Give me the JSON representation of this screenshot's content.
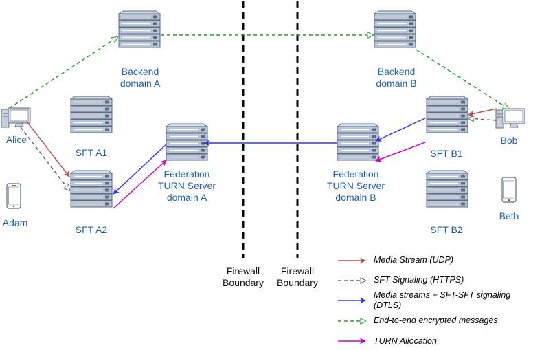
{
  "colors": {
    "media": "#b85450",
    "sft_signaling": "#666666",
    "media_dtls": "#3333ee",
    "e2e": "#22a022",
    "turn": "#cc00cc",
    "label_blue": "#1f5fae",
    "server_face": "#b9c4d6",
    "server_dark": "#5c6b80"
  },
  "nodes": {
    "backend_a": {
      "line1": "Backend",
      "line2": "domain A",
      "icon": "server-rack-icon"
    },
    "backend_b": {
      "line1": "Backend",
      "line2": "domain B",
      "icon": "server-rack-icon"
    },
    "sft_a1": {
      "label": "SFT A1",
      "icon": "server-rack-icon"
    },
    "sft_a2": {
      "label": "SFT A2",
      "icon": "server-rack-icon"
    },
    "sft_b1": {
      "label": "SFT B1",
      "icon": "server-rack-icon"
    },
    "sft_b2": {
      "label": "SFT B2",
      "icon": "server-rack-icon"
    },
    "turn_a": {
      "line1": "Federation",
      "line2": "TURN Server",
      "line3": "domain A",
      "icon": "server-rack-icon"
    },
    "turn_b": {
      "line1": "Federation",
      "line2": "TURN Server",
      "line3": "domain B",
      "icon": "server-rack-icon"
    },
    "alice": {
      "label": "Alice",
      "icon": "desktop-computer-icon"
    },
    "bob": {
      "label": "Bob",
      "icon": "desktop-computer-icon"
    },
    "adam": {
      "label": "Adam",
      "icon": "smartphone-icon"
    },
    "beth": {
      "label": "Beth",
      "icon": "smartphone-icon"
    }
  },
  "firewalls": [
    {
      "line1": "Firewall",
      "line2": "Boundary"
    },
    {
      "line1": "Firewall",
      "line2": "Boundary"
    }
  ],
  "legend": [
    {
      "label": "Media Stream (UDP)",
      "kind": "media"
    },
    {
      "label": "SFT Signaling (HTTPS)",
      "kind": "sft_signaling"
    },
    {
      "label": "Media streams + SFT-SFT signaling",
      "label2": "(DTLS)",
      "kind": "media_dtls"
    },
    {
      "label": "End-to-end encrypted messages",
      "kind": "e2e"
    },
    {
      "label": "TURN Allocation",
      "kind": "turn"
    }
  ]
}
